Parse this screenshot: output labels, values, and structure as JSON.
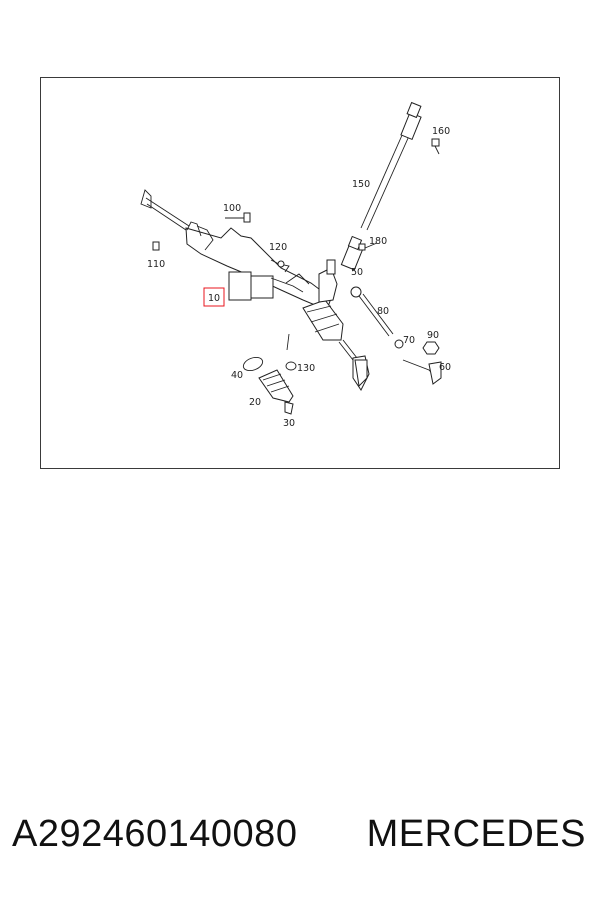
{
  "diagram": {
    "callouts": {
      "c10": "10",
      "c20": "20",
      "c30": "30",
      "c40": "40",
      "c50": "50",
      "c60": "60",
      "c70": "70",
      "c80": "80",
      "c90": "90",
      "c100": "100",
      "c110": "110",
      "c120": "120",
      "c130": "130",
      "c150": "150",
      "c160": "160",
      "c180": "180"
    },
    "highlight_color": "#e8141c"
  },
  "footer": {
    "part_number": "A292460140080",
    "brand": "MERCEDES"
  }
}
